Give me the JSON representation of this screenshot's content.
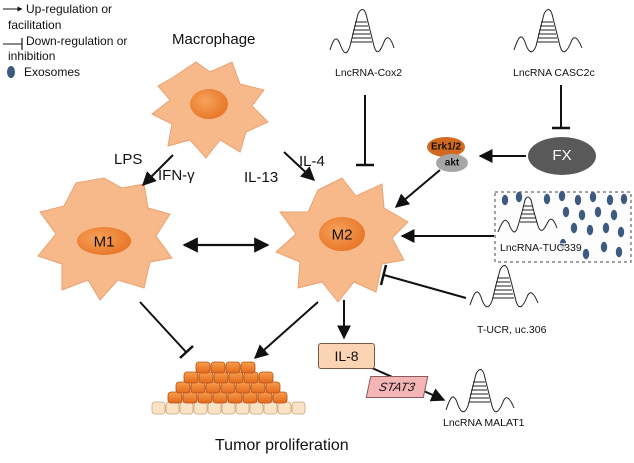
{
  "legend": {
    "upregulation": "Up-regulation or facilitation",
    "upregulation_line1": "Up-regulation or",
    "upregulation_line2": "facilitation",
    "downregulation_line1": "Down-regulation or",
    "downregulation_line2": "inhibition",
    "exosomes": "Exosomes"
  },
  "cells": {
    "macrophage": "Macrophage",
    "m1": "M1",
    "m2": "M2"
  },
  "stimuli": {
    "lps": "LPS",
    "ifn": "IFN-γ",
    "il13": "IL-13",
    "il4": "IL-4"
  },
  "lncrnas": {
    "cox2": "LncRNA-Cox2",
    "casc2c": "LncRNA CASC2c",
    "tuc339": "LncRNA-TUC339",
    "tucr": "T-UCR, uc.306",
    "malat1": "LncRNA MALAT1"
  },
  "factors": {
    "erk": "Erk1/2",
    "akt": "akt",
    "fx": "FX",
    "il8": "IL-8",
    "stat3": "STAT3"
  },
  "tumor": "Tumor proliferation",
  "colors": {
    "cell_fill": "#f7b98a",
    "nucleus": "#f08a3c",
    "erk": "#d2691e",
    "akt": "#a6a6a6",
    "fx": "#595959",
    "exosome": "#3d5a80",
    "il8_box": "#fbd4b4",
    "stat3_box": "#f3b5b5",
    "tumor_cell": "#f07f2a"
  }
}
